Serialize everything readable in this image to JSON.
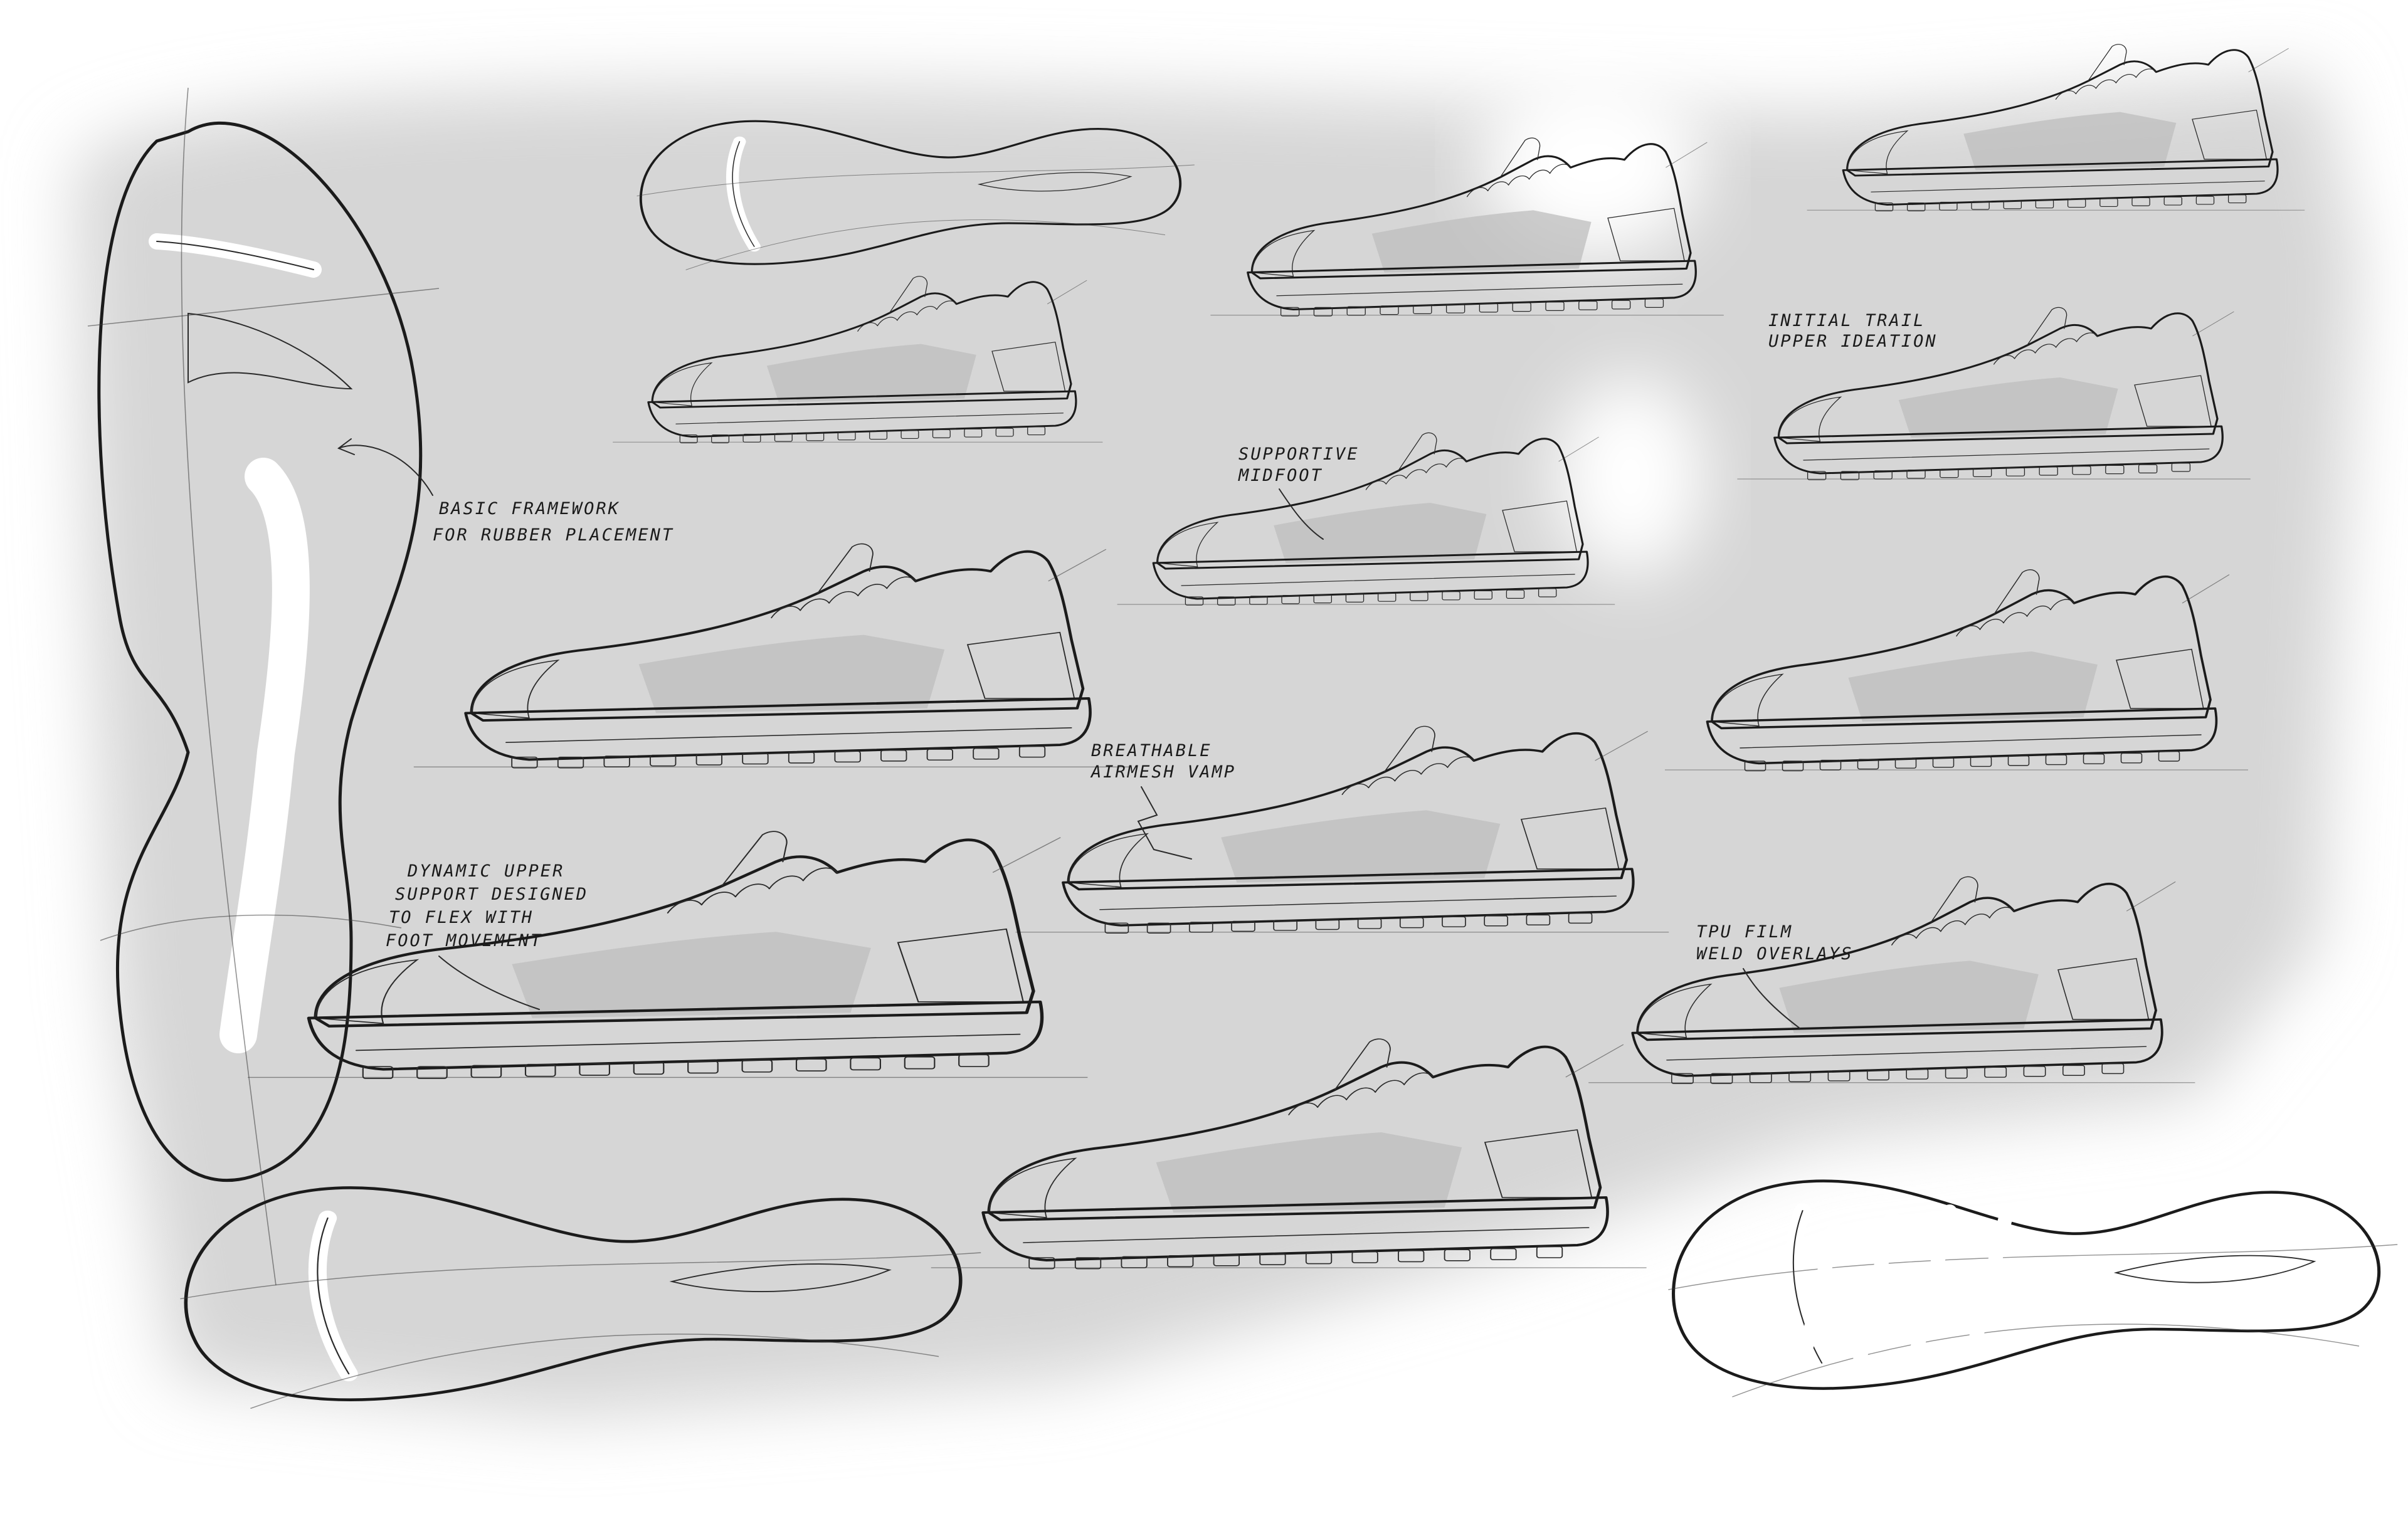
{
  "annotations": {
    "rubber": [
      "BASIC FRAMEWORK",
      "FOR RUBBER PLACEMENT"
    ],
    "dynamic": [
      "DYNAMIC UPPER",
      "SUPPORT DESIGNED",
      "TO FLEX WITH",
      "FOOT MOVEMENT"
    ],
    "midfoot": [
      "SUPPORTIVE",
      "MIDFOOT"
    ],
    "airmesh": [
      "BREATHABLE",
      "AIRMESH VAMP"
    ],
    "trail": [
      "INITIAL TRAIL",
      "UPPER IDEATION"
    ],
    "tpu": [
      "TPU FILM",
      "WELD OVERLAYS"
    ]
  },
  "palette": {
    "paper": "#ffffff",
    "marker": "#d4d4d4",
    "marker_dark": "#9a9a9a",
    "ink": "#1b1b1b",
    "sole": "#f7f7f7"
  }
}
